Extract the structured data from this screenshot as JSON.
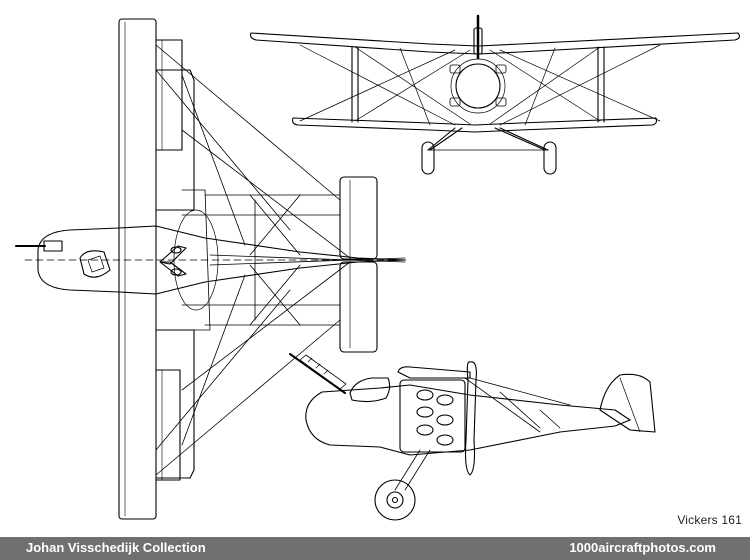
{
  "caption": "Vickers 161",
  "footer": {
    "collection": "Johan Visschedijk Collection",
    "site": "1000aircraftphotos.com"
  },
  "colors": {
    "line": "#000000",
    "background": "#ffffff",
    "footer_bar": "#707070",
    "footer_text": "#ffffff"
  }
}
